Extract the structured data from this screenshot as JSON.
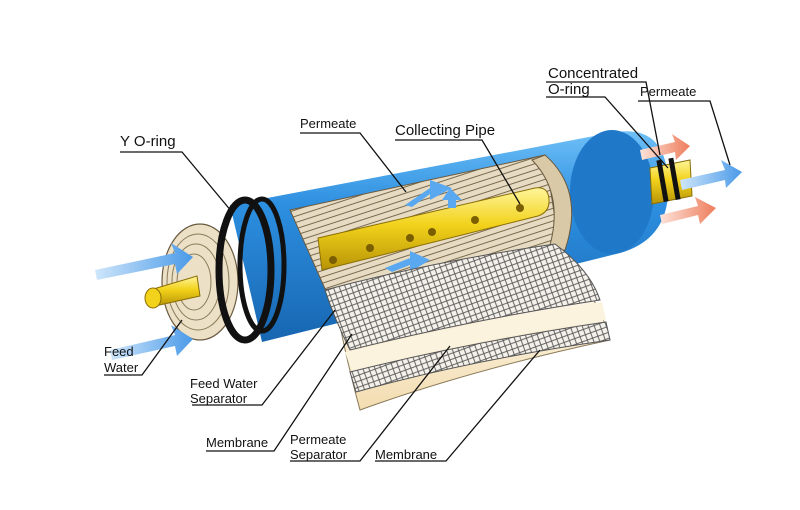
{
  "labels": {
    "y_oring": "Y O-ring",
    "permeate_top": "Permeate",
    "collecting_pipe": "Collecting Pipe",
    "concentrated": "Concentrated",
    "oring_right": "O-ring",
    "permeate_right": "Permeate",
    "feed_water_1": "Feed",
    "feed_water_2": "Water",
    "feed_sep_1": "Feed Water",
    "feed_sep_2": "Separator",
    "membrane_1": "Membrane",
    "perm_sep_1": "Permeate",
    "perm_sep_2": "Separator",
    "membrane_2": "Membrane"
  },
  "colors": {
    "shell_blue": "#2d8fe0",
    "shell_dark": "#1c6fba",
    "pipe_yellow": "#f2d21b",
    "permeate_arrow": "#5aa8f0",
    "concentrate_arrow": "#f08a6a",
    "membrane_cream": "#f5e6c0",
    "spiral_tan": "#d9c9a6"
  }
}
